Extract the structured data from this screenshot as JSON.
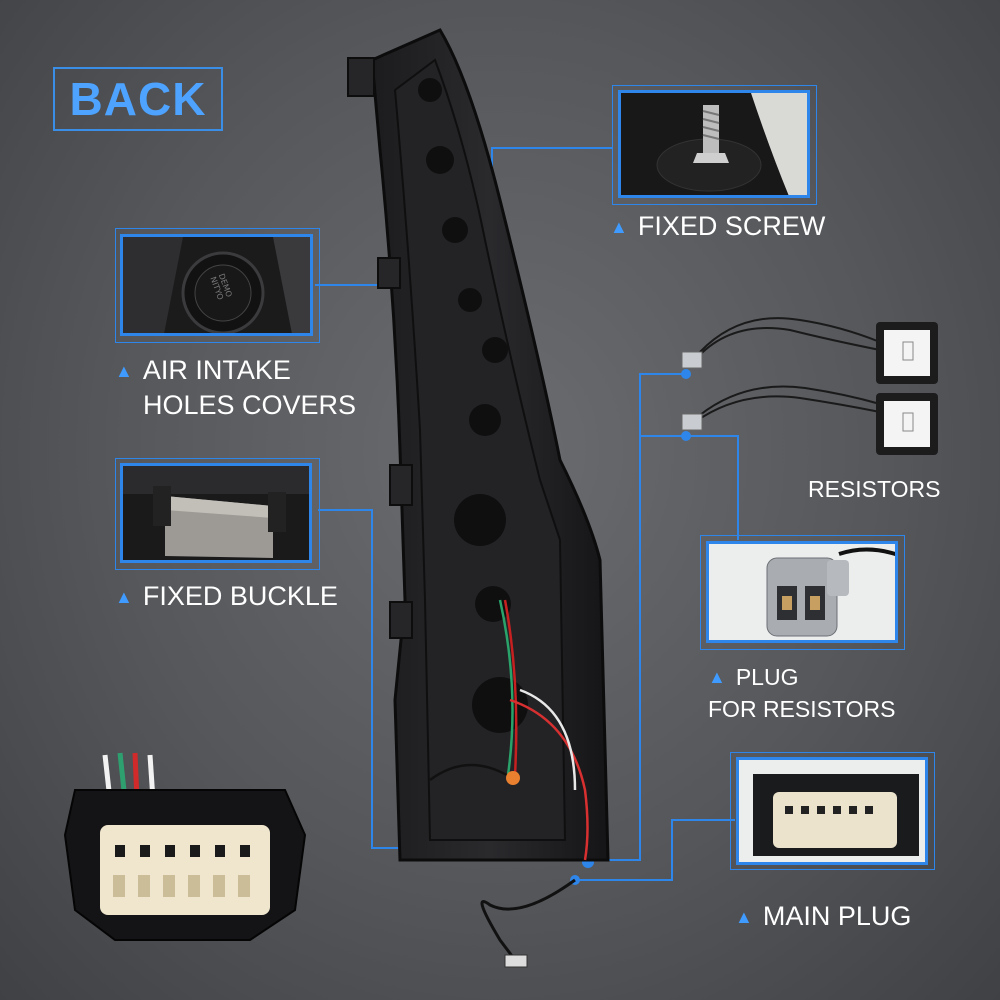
{
  "header": {
    "title": "BACK"
  },
  "callouts": [
    {
      "key": "fixed_screw",
      "lines": [
        "FIXED SCREW"
      ]
    },
    {
      "key": "air_intake",
      "lines": [
        "AIR INTAKE",
        "HOLES COVERS"
      ]
    },
    {
      "key": "fixed_buckle",
      "lines": [
        "FIXED BUCKLE"
      ]
    },
    {
      "key": "resistors",
      "lines": [
        "RESISTORS"
      ]
    },
    {
      "key": "plug_resistors",
      "lines": [
        "PLUG",
        "FOR RESISTORS"
      ]
    },
    {
      "key": "main_plug",
      "lines": [
        "MAIN PLUG"
      ]
    }
  ],
  "inset_text": {
    "cap_text": "DEMO NITYO"
  },
  "colors": {
    "accent": "#2f86ea",
    "accent_text": "#4da3ff",
    "label_text": "#ffffff",
    "background": "#55575b"
  },
  "icons": {
    "pointer": "chevron-up-icon"
  }
}
